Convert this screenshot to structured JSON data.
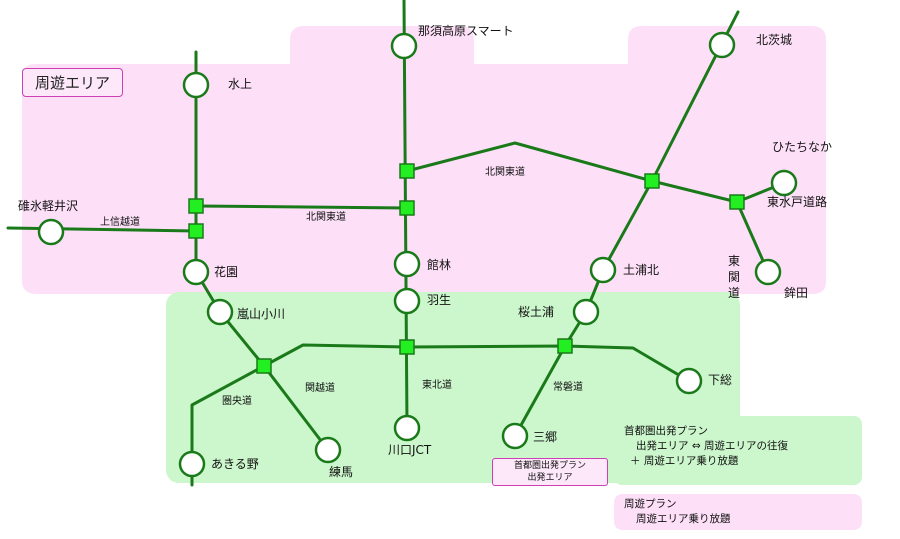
{
  "area_tag": "周遊エリア",
  "stations": {
    "nasu": "那須高原スマート",
    "kitaibaraki": "北茨城",
    "minakami": "水上",
    "hitachinaka": "ひたちなか",
    "usui": "碓氷軽井沢",
    "higashimito": "東水戸道路",
    "hanazono": "花園",
    "tatebayashi": "館林",
    "tsuchiurakita": "土浦北",
    "hokota": "鉾田",
    "ranzan": "嵐山小川",
    "hanyu": "羽生",
    "sakuratsuchiura": "桜土浦",
    "shimofusa": "下総",
    "kawaguchi": "川口JCT",
    "misato": "三郷",
    "akiruno": "あきる野",
    "nerima": "練馬"
  },
  "roads": {
    "joshinetsu": "上信越道",
    "kitakanto_w": "北関東道",
    "kitakanto_e": "北関東道",
    "higashikanto": "東関道",
    "kanetsu": "関越道",
    "ken_o": "圏央道",
    "tohoku": "東北道",
    "joban": "常磐道"
  },
  "departure_tag": [
    "首都圏出発プラン",
    "出発エリア"
  ],
  "legend": {
    "green": [
      "首都圏出発プラン",
      "出発エリア ⇔ 周遊エリアの往復",
      "＋ 周遊エリア乗り放題"
    ],
    "pink": [
      "周遊プラン",
      "周遊エリア乗り放題"
    ]
  },
  "colors": {
    "road": "#1a7a1a",
    "junction": "#22ee22",
    "tour_area": "#fde0f8",
    "departure_area": "#ccf7cc"
  }
}
